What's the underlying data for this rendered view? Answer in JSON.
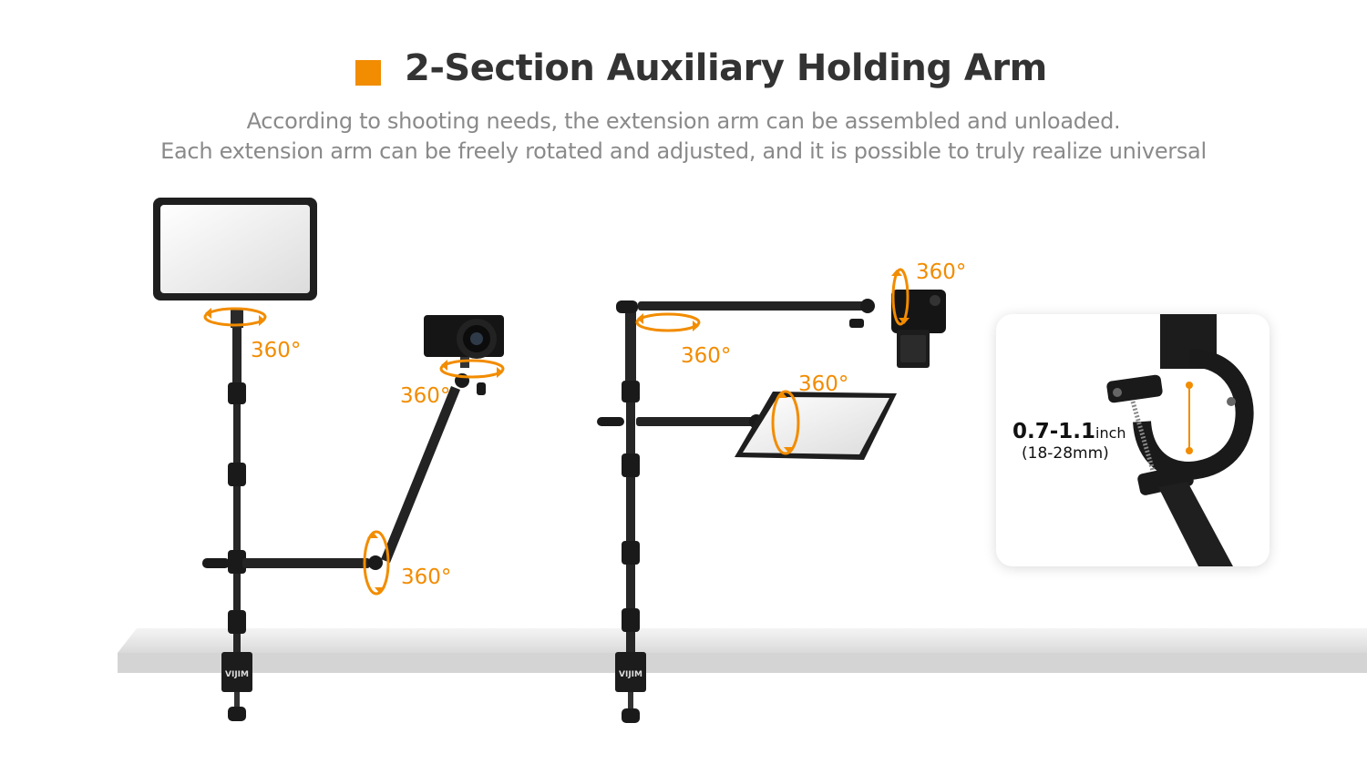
{
  "header": {
    "title": "2-Section Auxiliary Holding Arm",
    "accent_color": "#f28c00",
    "subtitle_line1": "According to shooting needs, the extension arm can be assembled and unloaded.",
    "subtitle_line2": "Each extension arm can be freely rotated and adjusted, and it is possible to truly realize universal"
  },
  "rotation_labels": [
    "360°",
    "360°",
    "360°",
    "360°",
    "360°",
    "360°"
  ],
  "brand_text": "VIJIM",
  "clamp_detail": {
    "range_inch": "0.7-1.1",
    "unit_inch": "inch",
    "range_mm": "(18-28mm)"
  },
  "icons": [
    "rotation-arrow-icon",
    "led-light-panel",
    "camera",
    "desk-clamp"
  ]
}
